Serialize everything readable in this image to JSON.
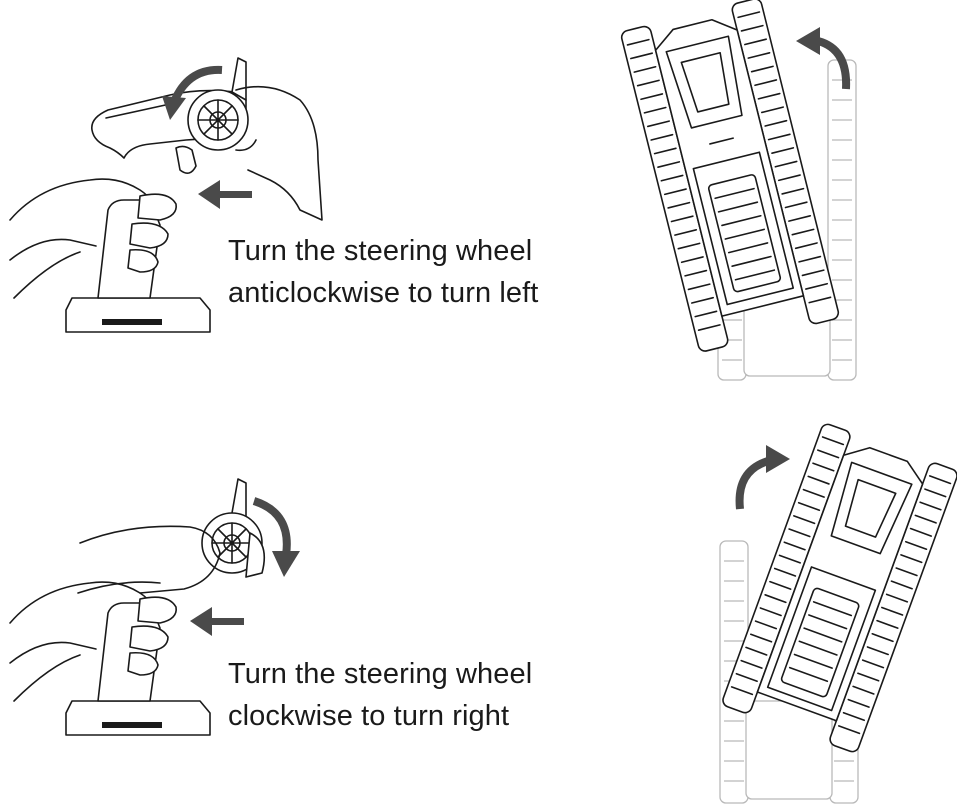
{
  "steps": [
    {
      "caption_line1": "Turn the steering wheel",
      "caption_line2": "anticlockwise to turn left",
      "wheel_rotation": "anticlockwise",
      "vehicle_turn": "left"
    },
    {
      "caption_line1": "Turn the steering wheel",
      "caption_line2": "clockwise to turn right",
      "wheel_rotation": "clockwise",
      "vehicle_turn": "right"
    }
  ],
  "colors": {
    "line": "#1a1a1a",
    "arrow": "#4a4a4a",
    "ghost": "#b9b9b9"
  }
}
